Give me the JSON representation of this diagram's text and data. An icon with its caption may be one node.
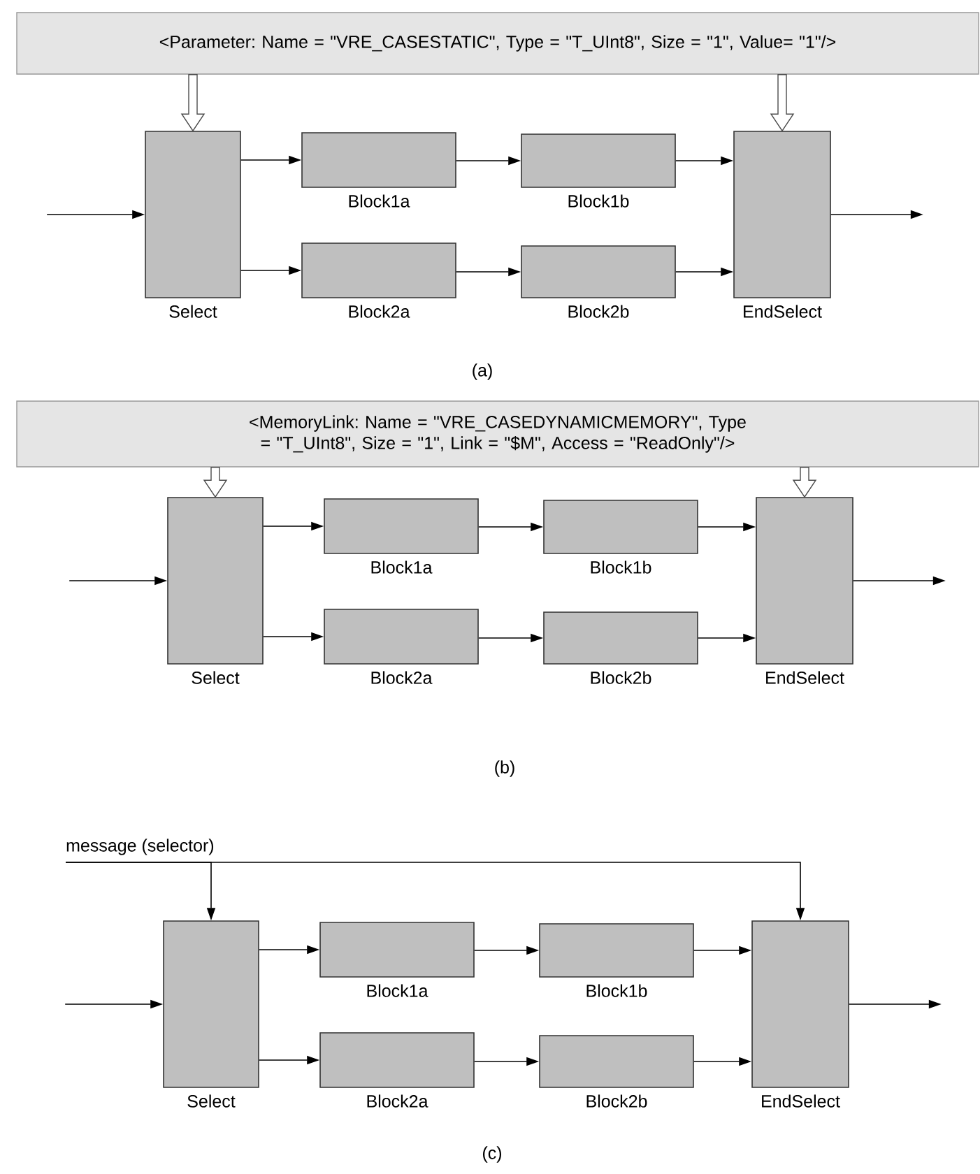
{
  "diagram": {
    "nodes": [
      {
        "text": [
          "<Parameter: Name = \"VRE_CASESTATIC\", Type = \"T_UInt8\", Size = \"1\", Value= \"1\"/>"
        ]
      },
      {
        "text": [
          "Select"
        ]
      },
      {
        "text": [
          "Block1a"
        ]
      },
      {
        "text": [
          "Block1b"
        ]
      },
      {
        "text": [
          "Block2a"
        ]
      },
      {
        "text": [
          "Block2b"
        ]
      },
      {
        "text": [
          "EndSelect"
        ]
      },
      {
        "text": [
          "<MemoryLink: Name = \"VRE_CASEDYNAMICMEMORY\", Type = \"T_UInt8\", Size = \"1\", Link = \"$M\", Access = \"ReadOnly\"/>"
        ]
      },
      {
        "text": [
          "Select"
        ]
      },
      {
        "text": [
          "Block1a"
        ]
      },
      {
        "text": [
          "Block1b"
        ]
      },
      {
        "text": [
          "Block2a"
        ]
      },
      {
        "text": [
          "Block2b"
        ]
      },
      {
        "text": [
          "EndSelect"
        ]
      },
      {
        "text": [
          "message (selector)"
        ]
      },
      {
        "text": [
          "Select"
        ]
      },
      {
        "text": [
          "Block1a"
        ]
      },
      {
        "text": [
          "Block1b"
        ]
      },
      {
        "text": [
          "Block2a"
        ]
      },
      {
        "text": [
          "Block2b"
        ]
      },
      {
        "text": [
          "EndSelect"
        ]
      }
    ],
    "edges": [
      {
        "from": 0,
        "to": 1,
        "arrow": "to",
        "style": "thick"
      },
      {
        "from": 0,
        "to": 6,
        "arrow": "to",
        "style": "thick"
      },
      {
        "from": null,
        "to": 1,
        "arrow": "to"
      },
      {
        "from": 1,
        "to": 2,
        "arrow": "to"
      },
      {
        "from": 1,
        "to": 4,
        "arrow": "to"
      },
      {
        "from": 2,
        "to": 3,
        "arrow": "to"
      },
      {
        "from": 4,
        "to": 5,
        "arrow": "to"
      },
      {
        "from": 3,
        "to": 6,
        "arrow": "to"
      },
      {
        "from": 5,
        "to": 6,
        "arrow": "to"
      },
      {
        "from": 6,
        "to": null,
        "arrow": "to"
      },
      {
        "from": 7,
        "to": 8,
        "arrow": "to",
        "style": "thick"
      },
      {
        "from": 7,
        "to": 13,
        "arrow": "to",
        "style": "thick"
      },
      {
        "from": null,
        "to": 8,
        "arrow": "to"
      },
      {
        "from": 8,
        "to": 9,
        "arrow": "to"
      },
      {
        "from": 8,
        "to": 11,
        "arrow": "to"
      },
      {
        "from": 9,
        "to": 10,
        "arrow": "to"
      },
      {
        "from": 11,
        "to": 12,
        "arrow": "to"
      },
      {
        "from": 10,
        "to": 13,
        "arrow": "to"
      },
      {
        "from": 12,
        "to": 13,
        "arrow": "to"
      },
      {
        "from": 13,
        "to": null,
        "arrow": "to"
      },
      {
        "from": 14,
        "to": 15,
        "arrow": "to"
      },
      {
        "from": 14,
        "to": 20,
        "arrow": "to"
      },
      {
        "from": null,
        "to": 15,
        "arrow": "to"
      },
      {
        "from": 15,
        "to": 16,
        "arrow": "to"
      },
      {
        "from": 15,
        "to": 18,
        "arrow": "to"
      },
      {
        "from": 16,
        "to": 17,
        "arrow": "to"
      },
      {
        "from": 18,
        "to": 19,
        "arrow": "to"
      },
      {
        "from": 17,
        "to": 20,
        "arrow": "to"
      },
      {
        "from": 19,
        "to": 20,
        "arrow": "to"
      },
      {
        "from": 20,
        "to": null,
        "arrow": "to"
      }
    ],
    "labels": [
      "(a)",
      "(b)",
      "(c)"
    ]
  }
}
